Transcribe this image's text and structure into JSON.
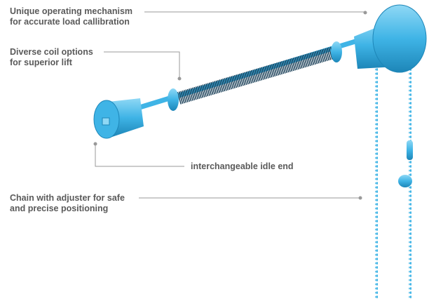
{
  "callouts": [
    {
      "line1": "Unique operating mechanism",
      "line2": "for accurate load callibration"
    },
    {
      "line1": "Diverse coil options",
      "line2": "for superior lift"
    },
    {
      "line1": "interchangeable idle end"
    },
    {
      "line1": "Chain with adjuster for safe",
      "line2": "and precise positioning"
    }
  ],
  "colors": {
    "part": "#3fb4e6",
    "part_dark": "#1d86b8",
    "coil": "#163c55",
    "line": "#999999",
    "text": "#5a5a5a"
  }
}
